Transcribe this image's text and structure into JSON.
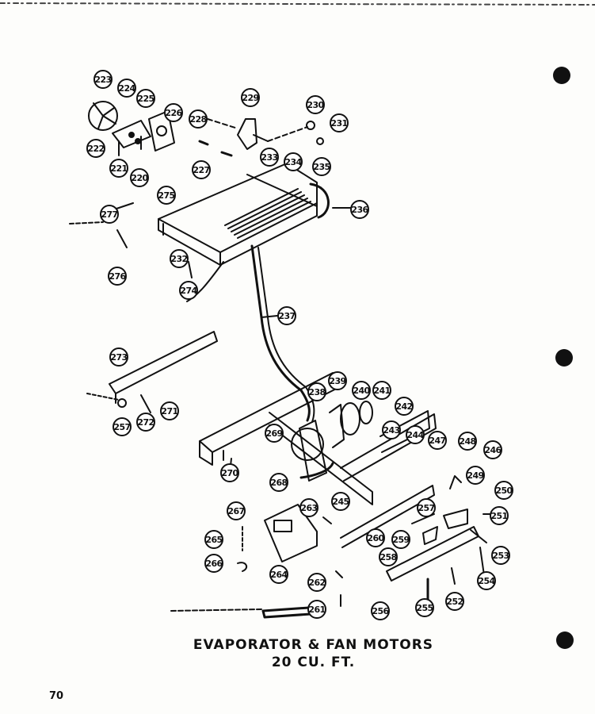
{
  "title": "EVAPORATOR & FAN MOTORS",
  "subtitle": "20 CU. FT.",
  "page_number": "70",
  "part_labels": [
    "223",
    "224",
    "225",
    "226",
    "222",
    "221",
    "220",
    "228",
    "229",
    "230",
    "231",
    "227",
    "233",
    "234",
    "235",
    "275",
    "236",
    "277",
    "232",
    "276",
    "274",
    "237",
    "273",
    "257",
    "272",
    "271",
    "238",
    "239",
    "240",
    "241",
    "242",
    "243",
    "244",
    "247",
    "248",
    "246",
    "269",
    "270",
    "268",
    "249",
    "250",
    "245",
    "263",
    "257",
    "251",
    "267",
    "265",
    "260",
    "259",
    "258",
    "253",
    "266",
    "264",
    "262",
    "254",
    "261",
    "256",
    "255",
    "252"
  ]
}
